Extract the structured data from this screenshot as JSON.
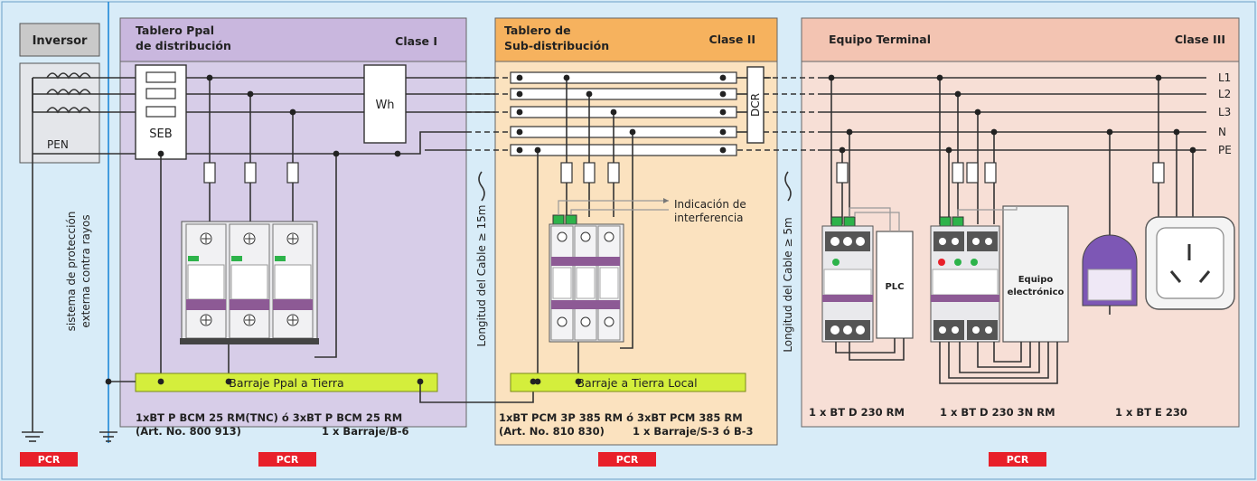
{
  "colors": {
    "background": "#d8ecf8",
    "class1_panel": "#d7cde8",
    "class1_header": "#c9b7de",
    "class2_panel": "#fbe2bf",
    "class2_header": "#f6b25e",
    "class3_panel": "#f7dfd6",
    "class3_header": "#f3c4b2",
    "inverter_header": "#c9c9c9",
    "busbar": "#d4ee3c",
    "pcr_badge": "#e8202a",
    "spd_purple": "#8d5a95",
    "blue_line": "#1e88d8"
  },
  "inverter": {
    "title": "Inversor",
    "pen_label": "PEN"
  },
  "lightning_system": {
    "line1": "sistema de protección",
    "line2": "externa contra rayos"
  },
  "class1": {
    "title_line1": "Tablero Ppal",
    "title_line2": "de distribución",
    "class_label": "Clase I",
    "seb_label": "SEB",
    "meter_label": "Wh",
    "busbar_label": "Barraje Ppal a Tierra",
    "product_line1": "1xBT P BCM 25 RM(TNC) ó 3xBT P BCM 25 RM",
    "product_line2_left": "(Art. No. 800 913)",
    "product_line2_right": "1 x Barraje/B-6"
  },
  "cable1": {
    "label": "Longitud del Cable  ≥ 15m"
  },
  "class2": {
    "title_line1": "Tablero de",
    "title_line2": "Sub-distribución",
    "class_label": "Clase II",
    "dcr_label": "DCR",
    "indication_line1": "Indicación de",
    "indication_line2": "interferencia",
    "busbar_label": "Barraje a Tierra Local",
    "product_line1": "1xBT PCM 3P 385 RM ó 3xBT PCM 385 RM",
    "product_line2_left": "(Art. No. 810 830)",
    "product_line2_right": "1 x Barraje/S-3 ó B-3"
  },
  "cable2": {
    "label": "Longitud del Cable  ≥ 5m"
  },
  "class3": {
    "title": "Equipo Terminal",
    "class_label": "Clase III",
    "plc_label": "PLC",
    "equipment_line1": "Equipo",
    "equipment_line2": "electrónico",
    "product1": "1 x BT D 230 RM",
    "product2": "1 x BT D 230  3N RM",
    "product3": "1 x BT E 230"
  },
  "conductors": [
    "L1",
    "L2",
    "L3",
    "N",
    "PE"
  ],
  "pcr_badges": [
    "PCR",
    "PCR",
    "PCR",
    "PCR"
  ]
}
